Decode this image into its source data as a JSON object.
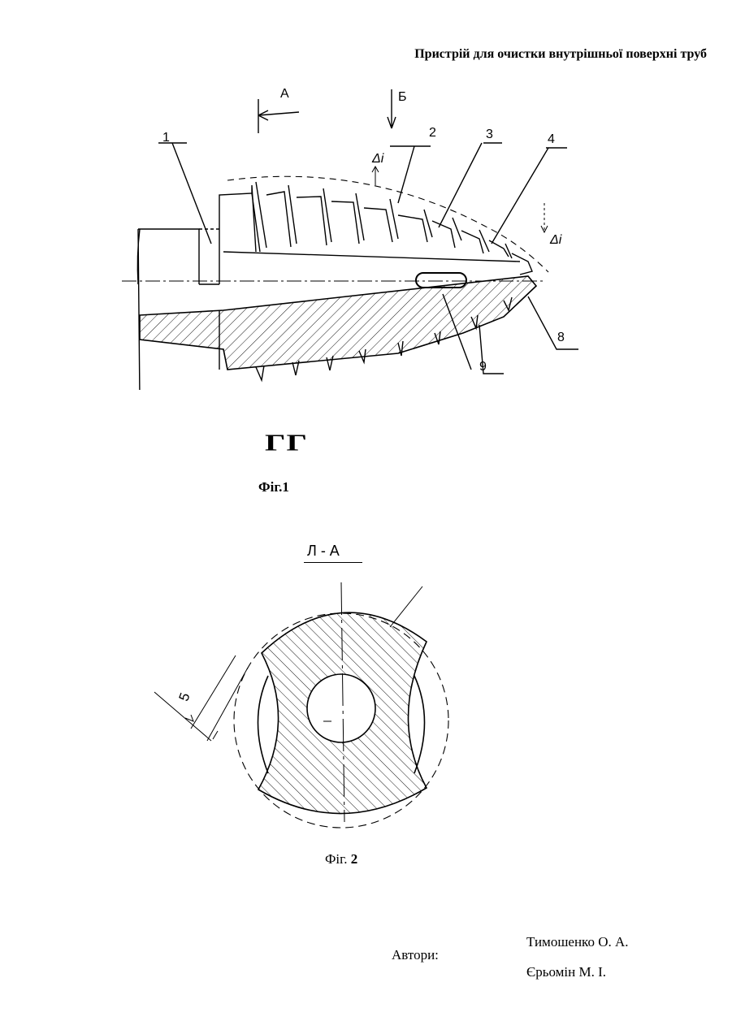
{
  "header": {
    "title": "Пристрій для очистки внутрішньої поверхні труб"
  },
  "figure1": {
    "view_arrow_a": "А",
    "view_arrow_b": "Б",
    "delta_label_top": "Δi",
    "delta_label_side": "Δi",
    "part_labels": [
      "1",
      "2",
      "3",
      "4",
      "8",
      "9"
    ],
    "mark": "ГГ",
    "caption": "Фіг.1"
  },
  "figure2": {
    "section_label": "Л - А",
    "dimension_label": "5",
    "caption_prefix": "Фіг.",
    "caption_number": "2"
  },
  "footer": {
    "authors_label": "Автори:",
    "authors": [
      "Тимошенко О. А.",
      "Єрьомін М. І."
    ]
  }
}
